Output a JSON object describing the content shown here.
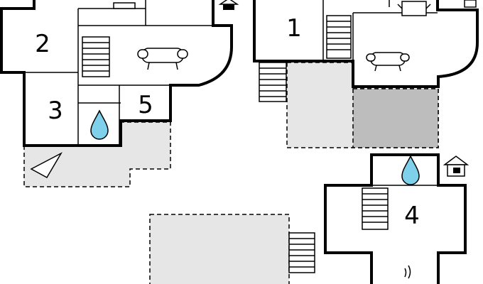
{
  "colors": {
    "wall": "#000000",
    "room_fill": "#ffffff",
    "terrace_light": "#e6e6e6",
    "terrace_dark": "#bdbdbd",
    "water": "#7fd0ea"
  },
  "rooms": [
    {
      "id": "room-1",
      "label": "1"
    },
    {
      "id": "room-2",
      "label": "2"
    },
    {
      "id": "room-3",
      "label": "3"
    },
    {
      "id": "room-4",
      "label": "4"
    },
    {
      "id": "room-5",
      "label": "5"
    }
  ],
  "icons": [
    "sofa-icon",
    "stairs-icon",
    "water-drop-icon",
    "house-icon",
    "table-icon",
    "compass-triangle-icon",
    "heat-waves-icon"
  ]
}
